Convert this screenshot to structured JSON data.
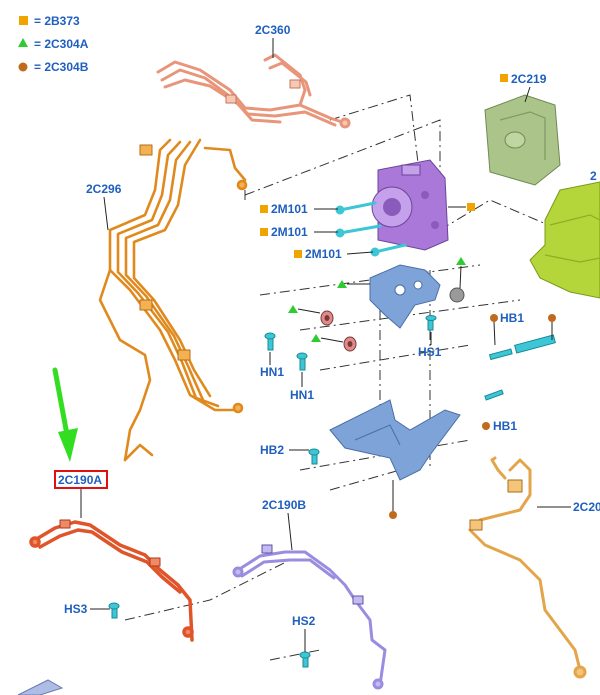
{
  "legend": [
    {
      "symbol": "square",
      "color": "#f0a400",
      "label": "= 2B373"
    },
    {
      "symbol": "triangle",
      "color": "#2ecc2e",
      "label": "= 2C304A"
    },
    {
      "symbol": "circle",
      "color": "#c06a1c",
      "label": "= 2C304B"
    }
  ],
  "labels": {
    "l_2c360": "2C360",
    "l_2c219": "2C219",
    "l_2c296": "2C296",
    "l_2m101_a": "2M101",
    "l_2m101_b": "2M101",
    "l_2m101_c": "2M101",
    "l_hb1_a": "HB1",
    "l_hb1_b": "HB1",
    "l_hs1": "HS1",
    "l_hn1_a": "HN1",
    "l_hn1_b": "HN1",
    "l_hb2": "HB2",
    "l_2c190a": "2C190A",
    "l_2c190b": "2C190B",
    "l_hs3": "HS3",
    "l_hs2": "HS2",
    "l_2c_right": "2C20",
    "l_2_right": "2"
  },
  "highlight": {
    "label_ref": "2C190A",
    "arrow_color": "#33dd22",
    "box_color": "#e01010"
  },
  "colors": {
    "label_blue": "#1f5fbf",
    "tube_salmon": "#e8957a",
    "tube_orange": "#e08a1e",
    "tube_red": "#e0542a",
    "tube_violet": "#9a8de0",
    "tube_tan": "#e3a44a",
    "module_purple": "#a978d8",
    "bracket_blue": "#7ea3d8",
    "part_green": "#aac48a",
    "part_lime": "#b4d63a",
    "fastener_cyan": "#3cc6d6"
  }
}
